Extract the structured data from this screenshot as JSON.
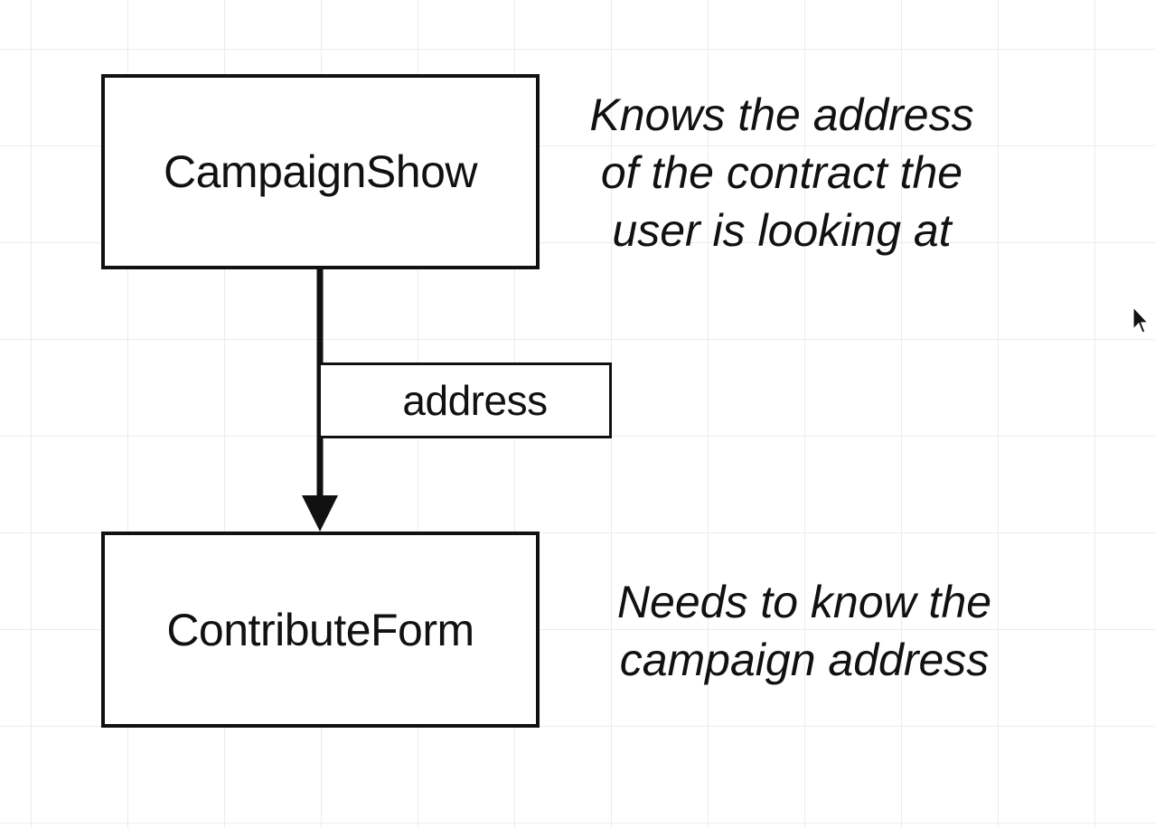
{
  "diagram": {
    "nodes": {
      "parent": {
        "label": "CampaignShow"
      },
      "child": {
        "label": "ContributeForm"
      }
    },
    "edge": {
      "label": "address"
    },
    "notes": {
      "parent_note": "Knows the address\nof the contract the\nuser is looking at",
      "child_note": "Needs to know the\ncampaign address"
    }
  },
  "icons": {
    "cursor": "mouse-pointer-icon"
  },
  "colors": {
    "stroke": "#111111",
    "background": "#ffffff",
    "grid": "#ececec"
  }
}
